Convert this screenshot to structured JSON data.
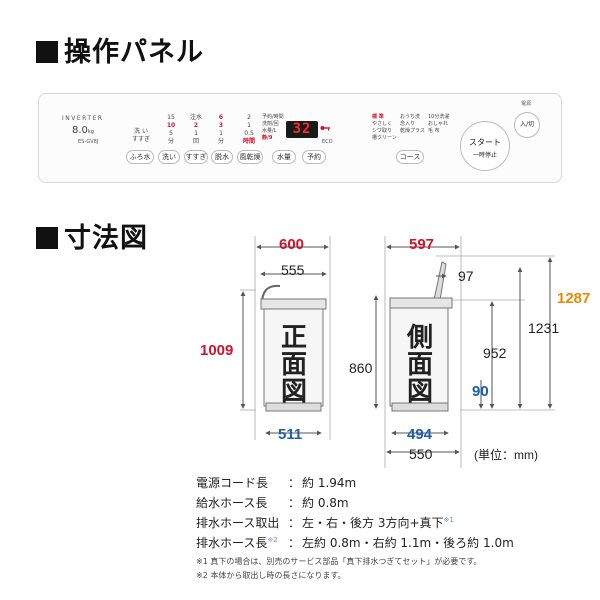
{
  "section_panel": "操作パネル",
  "section_dimensions": "寸法図",
  "panel": {
    "brand": "INVERTER",
    "capacity": "8.0",
    "capacity_unit": "kg",
    "model": "ES-GV8J",
    "course_labels": [
      "洗 い",
      "すすぎ"
    ],
    "wash_col": [
      "15",
      "10",
      "5",
      "分"
    ],
    "rinse_col": [
      "注水",
      "2",
      "1",
      "回"
    ],
    "spin_col": [
      "6",
      "3",
      "1",
      "分"
    ],
    "dry_col": [
      "2",
      "1",
      "0.5",
      "時間"
    ],
    "timer_labels": [
      "予約/時間",
      "洗剤/回",
      "水量/L",
      "静/9"
    ],
    "display_value": "32",
    "eco_label": "ECO",
    "course_col1": [
      "標 準",
      "やさしく",
      "シワ取り",
      "槽クリーン"
    ],
    "course_col2": [
      "おうち洗",
      "念入り",
      "乾燥プラス",
      ""
    ],
    "course_col3": [
      "10分洗濯",
      "おしゃれ",
      "毛 布",
      ""
    ],
    "buttons": {
      "bath": "ふろ水",
      "wash": "洗い",
      "rinse": "すすぎ",
      "spin": "脱水",
      "airdry": "風乾燥",
      "water": "水量",
      "timer": "予約",
      "course": "コース"
    },
    "power_caption": "電源",
    "power_label": "入/切",
    "start_label": "スタート",
    "pause_label": "一時停止"
  },
  "dimensions": {
    "front_width": "600",
    "front_body_width": "555",
    "front_height": "1009",
    "front_base": "511",
    "front_label": "正面図",
    "side_depth": "597",
    "side_lid": "97",
    "side_total_height": "1287",
    "side_height_lid": "1231",
    "side_height_body": "952",
    "side_height_860": "860",
    "side_base_height": "90",
    "side_base": "494",
    "side_bottom": "550",
    "side_label": "側面図",
    "unit": "(単位：mm)"
  },
  "specs": [
    {
      "label": "電源コード長",
      "sep": "：",
      "value": "約 1.94m",
      "sup_label": "",
      "sup_value": ""
    },
    {
      "label": "給水ホース長",
      "sep": "：",
      "value": "約 0.8m",
      "sup_label": "",
      "sup_value": ""
    },
    {
      "label": "排水ホース取出",
      "sep": "：",
      "value": "左・右・後方 3方向+真下",
      "sup_label": "",
      "sup_value": "※1"
    },
    {
      "label": "排水ホース長",
      "sep": "：",
      "value": "左約 0.8m・右約 1.1m・後ろ約 1.0m",
      "sup_label": "※2",
      "sup_value": ""
    }
  ],
  "notes": [
    "※1 真下の場合は、別売のサービス部品「真下排水つぎてセット」が必要です。",
    "※2 本体から取出し時の長さになります。"
  ],
  "colors": {
    "red": "#d0142c",
    "blue": "#1d5ea8",
    "orange": "#e68a00",
    "display_red": "#ff2a2a"
  }
}
